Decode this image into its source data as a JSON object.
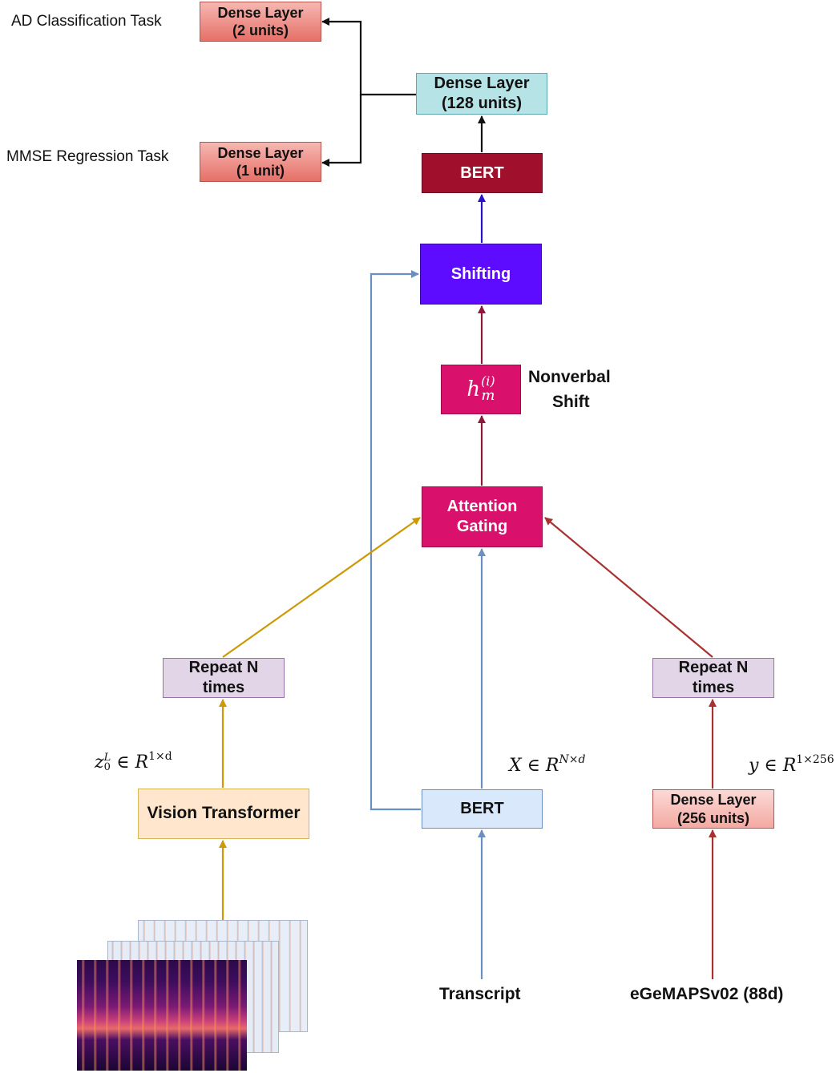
{
  "task_labels": {
    "ad_classification": "AD Classification Task",
    "mmse_regression": "MMSE Regression Task"
  },
  "boxes": {
    "dense_2": [
      "Dense Layer",
      "(2 units)"
    ],
    "dense_1": [
      "Dense Layer",
      "(1 unit)"
    ],
    "dense_128": [
      "Dense Layer",
      "(128 units)"
    ],
    "bert_top": [
      "BERT"
    ],
    "shifting": [
      "Shifting"
    ],
    "hm": [
      "h",
      "m",
      "(i)"
    ],
    "attention": [
      "Attention",
      "Gating"
    ],
    "repeat_left": [
      "Repeat N",
      "times"
    ],
    "repeat_right": [
      "Repeat N",
      "times"
    ],
    "vit": [
      "Vision Transformer"
    ],
    "bert_bottom": [
      "BERT"
    ],
    "dense_256": [
      "Dense Layer",
      "(256 units)"
    ]
  },
  "labels": {
    "nonverbal": [
      "Nonverbal",
      "Shift"
    ],
    "transcript": "Transcript",
    "egemaps": "eGeMAPSv02 (88d)"
  },
  "math": {
    "z": {
      "base": "z",
      "sub": "0",
      "sup": "L",
      "rest": " ∈ R",
      "dim": "1×d"
    },
    "x": {
      "base": "X ∈ R",
      "dim": "N×d"
    },
    "y": {
      "base": "y ∈ R",
      "dim": "1×256"
    }
  },
  "colors": {
    "black_arrow": "#111111",
    "blue_arrow": "#6b8fc2",
    "gold_arrow": "#cc9a06",
    "red_arrow": "#a83232",
    "dark_red_arrow": "#8c1a3a",
    "purple_arrow": "#2a12c9"
  }
}
